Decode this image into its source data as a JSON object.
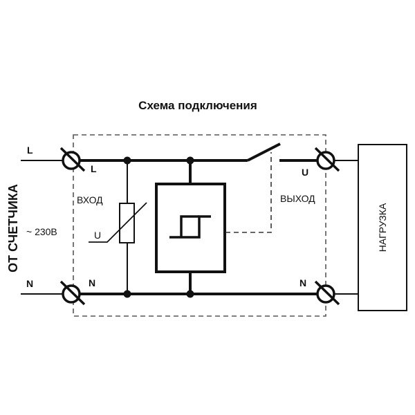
{
  "title": "Схема подключения",
  "source": {
    "label": "ОТ СЧЕТЧИКА",
    "voltage": "~ 230В",
    "line_label": "L",
    "neutral_label": "N"
  },
  "device": {
    "input_label": "ВХОД",
    "output_label": "ВЫХОД",
    "input_line_terminal": "L",
    "input_neutral_terminal": "N",
    "output_line_terminal": "U",
    "output_neutral_terminal": "N",
    "varistor_label": "U"
  },
  "load": {
    "label": "НАГРУЗКА"
  },
  "colors": {
    "line": "#111111",
    "dashed": "#555555",
    "background": "#ffffff"
  }
}
